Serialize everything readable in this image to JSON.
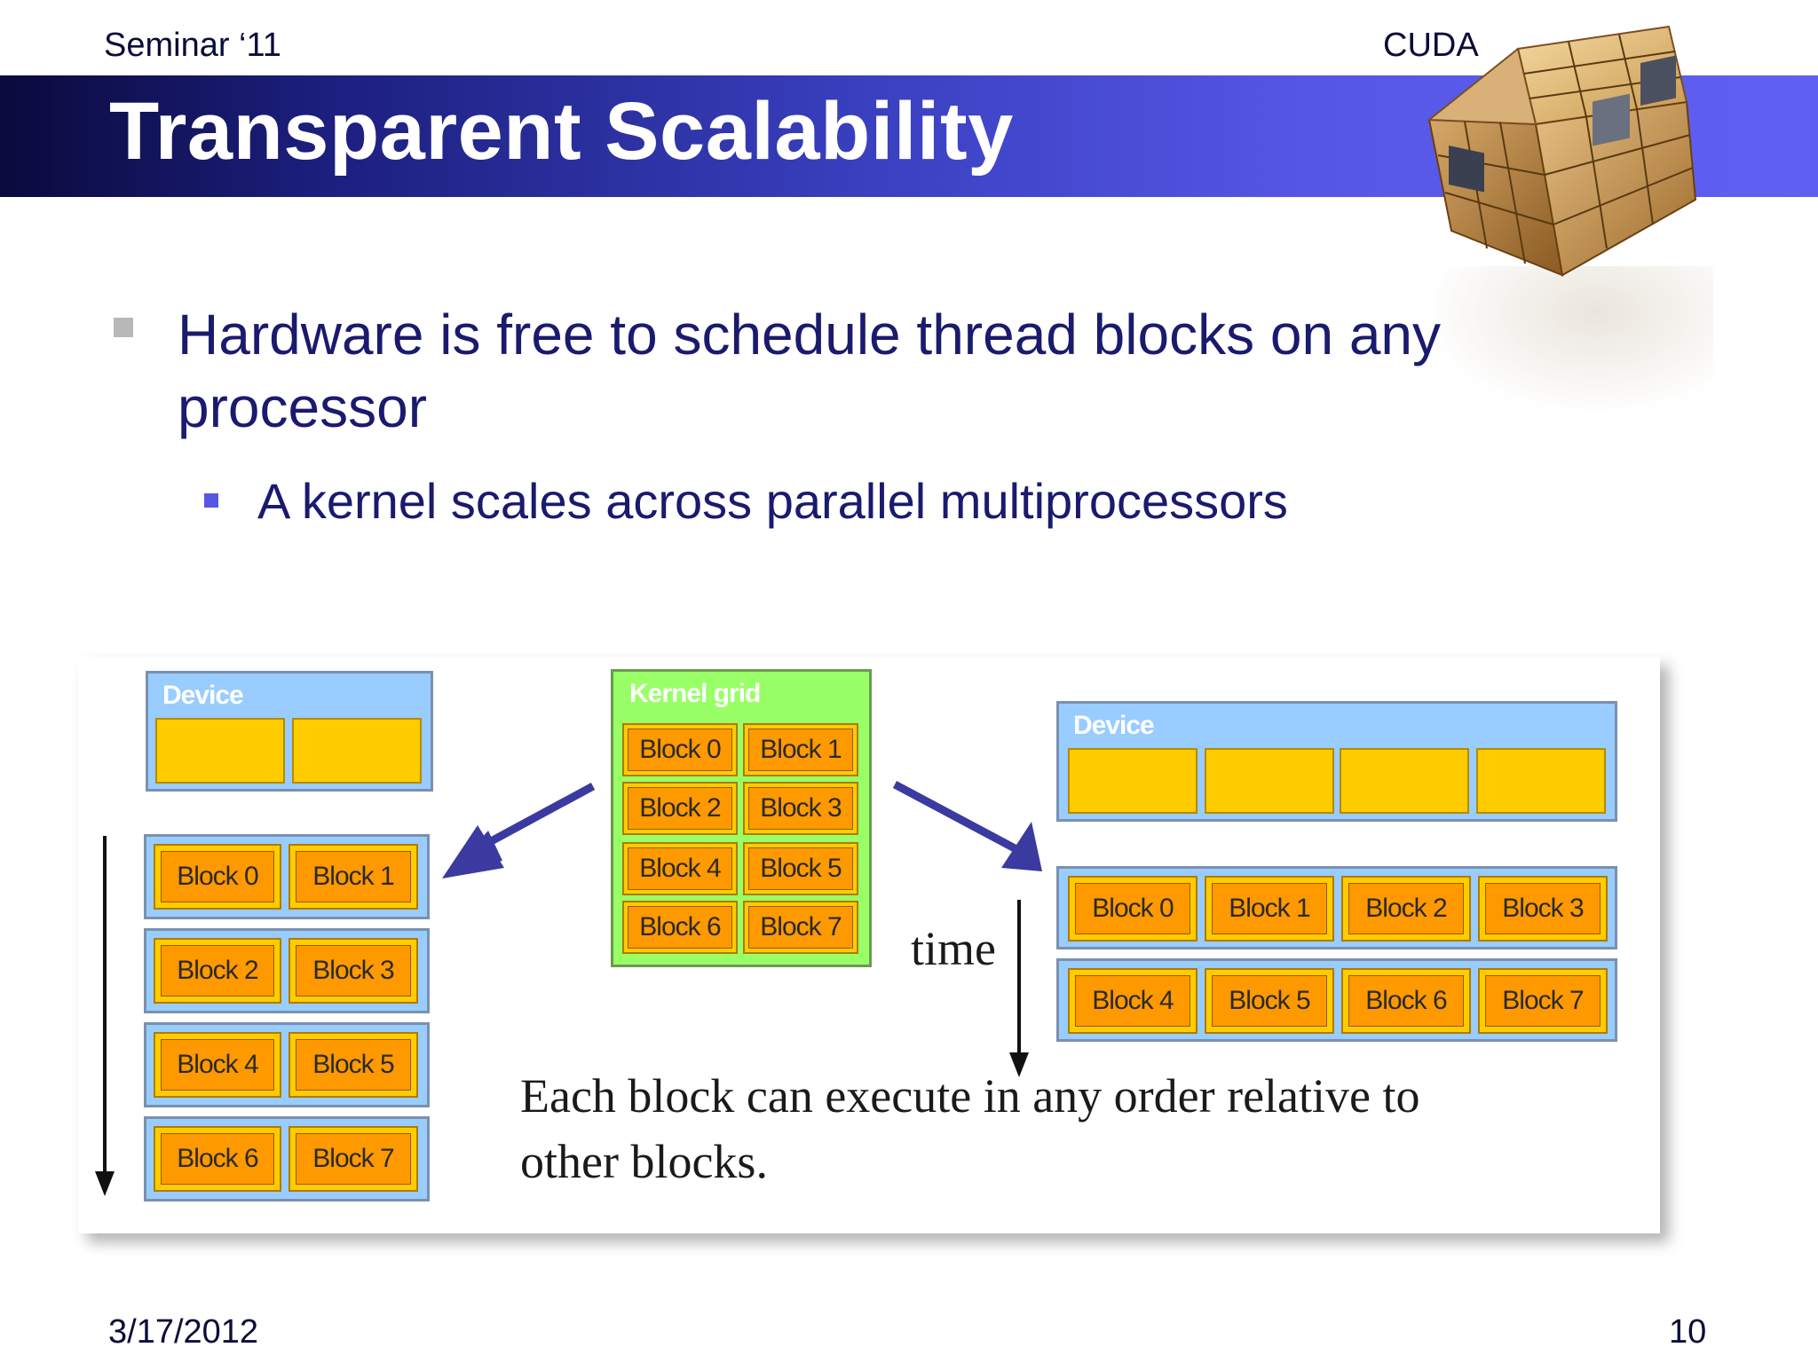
{
  "header": {
    "seminar": "Seminar ‘11",
    "topic": "CUDA",
    "title": "Transparent Scalability"
  },
  "bullets": {
    "level1": {
      "line1": "Hardware is free to schedule thread blocks on any",
      "line2": "processor"
    },
    "level2": "A kernel scales across parallel multiprocessors"
  },
  "diagram": {
    "kernel_grid": {
      "label": "Kernel grid",
      "blocks": [
        "Block 0",
        "Block 1",
        "Block 2",
        "Block 3",
        "Block 4",
        "Block 5",
        "Block 6",
        "Block 7"
      ]
    },
    "left_device": {
      "label": "Device",
      "rows": [
        [
          "Block 0",
          "Block 1"
        ],
        [
          "Block 2",
          "Block 3"
        ],
        [
          "Block 4",
          "Block 5"
        ],
        [
          "Block 6",
          "Block 7"
        ]
      ]
    },
    "right_device": {
      "label": "Device",
      "rows": [
        [
          "Block 0",
          "Block 1",
          "Block 2",
          "Block 3"
        ],
        [
          "Block 4",
          "Block 5",
          "Block 6",
          "Block 7"
        ]
      ]
    },
    "time_label": "time",
    "caption": {
      "line1": "Each block can execute in any order relative to",
      "line2": "other blocks."
    },
    "colors": {
      "device": "#99ccff",
      "kernel_grid": "#99ff66",
      "block_outer": "#ffcc00",
      "block_inner": "#ff9900",
      "arrow": "#3a3aa0"
    }
  },
  "footer": {
    "date": "3/17/2012",
    "page": "10"
  }
}
